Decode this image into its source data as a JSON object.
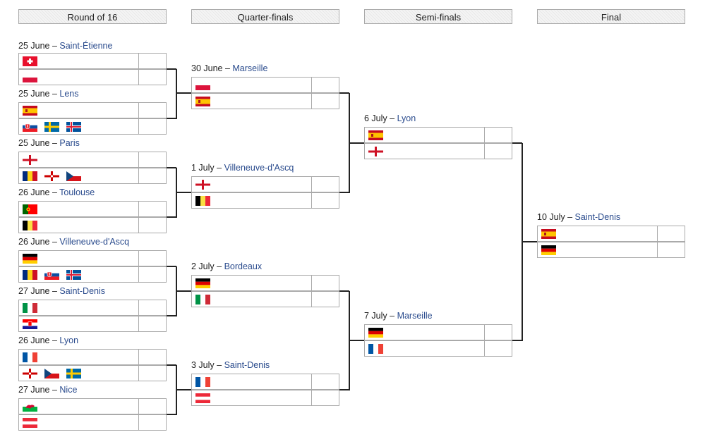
{
  "rounds": [
    "Round of 16",
    "Quarter-finals",
    "Semi-finals",
    "Final"
  ],
  "matches": [
    {
      "date": "25 June – ",
      "venue": "Saint-Étienne",
      "teams": [
        [
          "CH"
        ],
        [
          "PL"
        ]
      ]
    },
    {
      "date": "25 June – ",
      "venue": "Lens",
      "teams": [
        [
          "ES"
        ],
        [
          "SK",
          "SE",
          "IS"
        ]
      ]
    },
    {
      "date": "25 June – ",
      "venue": "Paris",
      "teams": [
        [
          "EN"
        ],
        [
          "RO",
          "NI",
          "CZ"
        ]
      ]
    },
    {
      "date": "26 June – ",
      "venue": "Toulouse",
      "teams": [
        [
          "PT"
        ],
        [
          "BE"
        ]
      ]
    },
    {
      "date": "26 June – ",
      "venue": "Villeneuve-d'Ascq",
      "teams": [
        [
          "DE"
        ],
        [
          "RO",
          "SK",
          "IS"
        ]
      ]
    },
    {
      "date": "27 June – ",
      "venue": "Saint-Denis",
      "teams": [
        [
          "IT"
        ],
        [
          "HR"
        ]
      ]
    },
    {
      "date": "26 June – ",
      "venue": "Lyon",
      "teams": [
        [
          "FR"
        ],
        [
          "NI",
          "CZ",
          "SE"
        ]
      ]
    },
    {
      "date": "27 June – ",
      "venue": "Nice",
      "teams": [
        [
          "WA"
        ],
        [
          "AT"
        ]
      ]
    },
    {
      "date": "30 June – ",
      "venue": "Marseille",
      "teams": [
        [
          "PL"
        ],
        [
          "ES"
        ]
      ]
    },
    {
      "date": "1 July – ",
      "venue": "Villeneuve-d'Ascq",
      "teams": [
        [
          "EN"
        ],
        [
          "BE"
        ]
      ]
    },
    {
      "date": "2 July – ",
      "venue": "Bordeaux",
      "teams": [
        [
          "DE"
        ],
        [
          "IT"
        ]
      ]
    },
    {
      "date": "3 July – ",
      "venue": "Saint-Denis",
      "teams": [
        [
          "FR"
        ],
        [
          "AT"
        ]
      ]
    },
    {
      "date": "6 July – ",
      "venue": "Lyon",
      "teams": [
        [
          "ES"
        ],
        [
          "EN"
        ]
      ]
    },
    {
      "date": "7 July – ",
      "venue": "Marseille",
      "teams": [
        [
          "DE"
        ],
        [
          "FR"
        ]
      ]
    },
    {
      "date": "10 July – ",
      "venue": "Saint-Denis",
      "teams": [
        [
          "ES"
        ],
        [
          "DE"
        ]
      ]
    }
  ],
  "flags": {
    "CH": {
      "name": "switzerland-flag"
    },
    "PL": {
      "name": "poland-flag"
    },
    "ES": {
      "name": "spain-flag"
    },
    "SK": {
      "name": "slovakia-flag"
    },
    "SE": {
      "name": "sweden-flag"
    },
    "IS": {
      "name": "iceland-flag"
    },
    "EN": {
      "name": "england-flag"
    },
    "RO": {
      "name": "romania-flag"
    },
    "NI": {
      "name": "northern-ireland-flag"
    },
    "CZ": {
      "name": "czech-flag"
    },
    "PT": {
      "name": "portugal-flag"
    },
    "BE": {
      "name": "belgium-flag"
    },
    "DE": {
      "name": "germany-flag"
    },
    "IT": {
      "name": "italy-flag"
    },
    "HR": {
      "name": "croatia-flag"
    },
    "FR": {
      "name": "france-flag"
    },
    "WA": {
      "name": "wales-flag"
    },
    "AT": {
      "name": "austria-flag"
    }
  }
}
